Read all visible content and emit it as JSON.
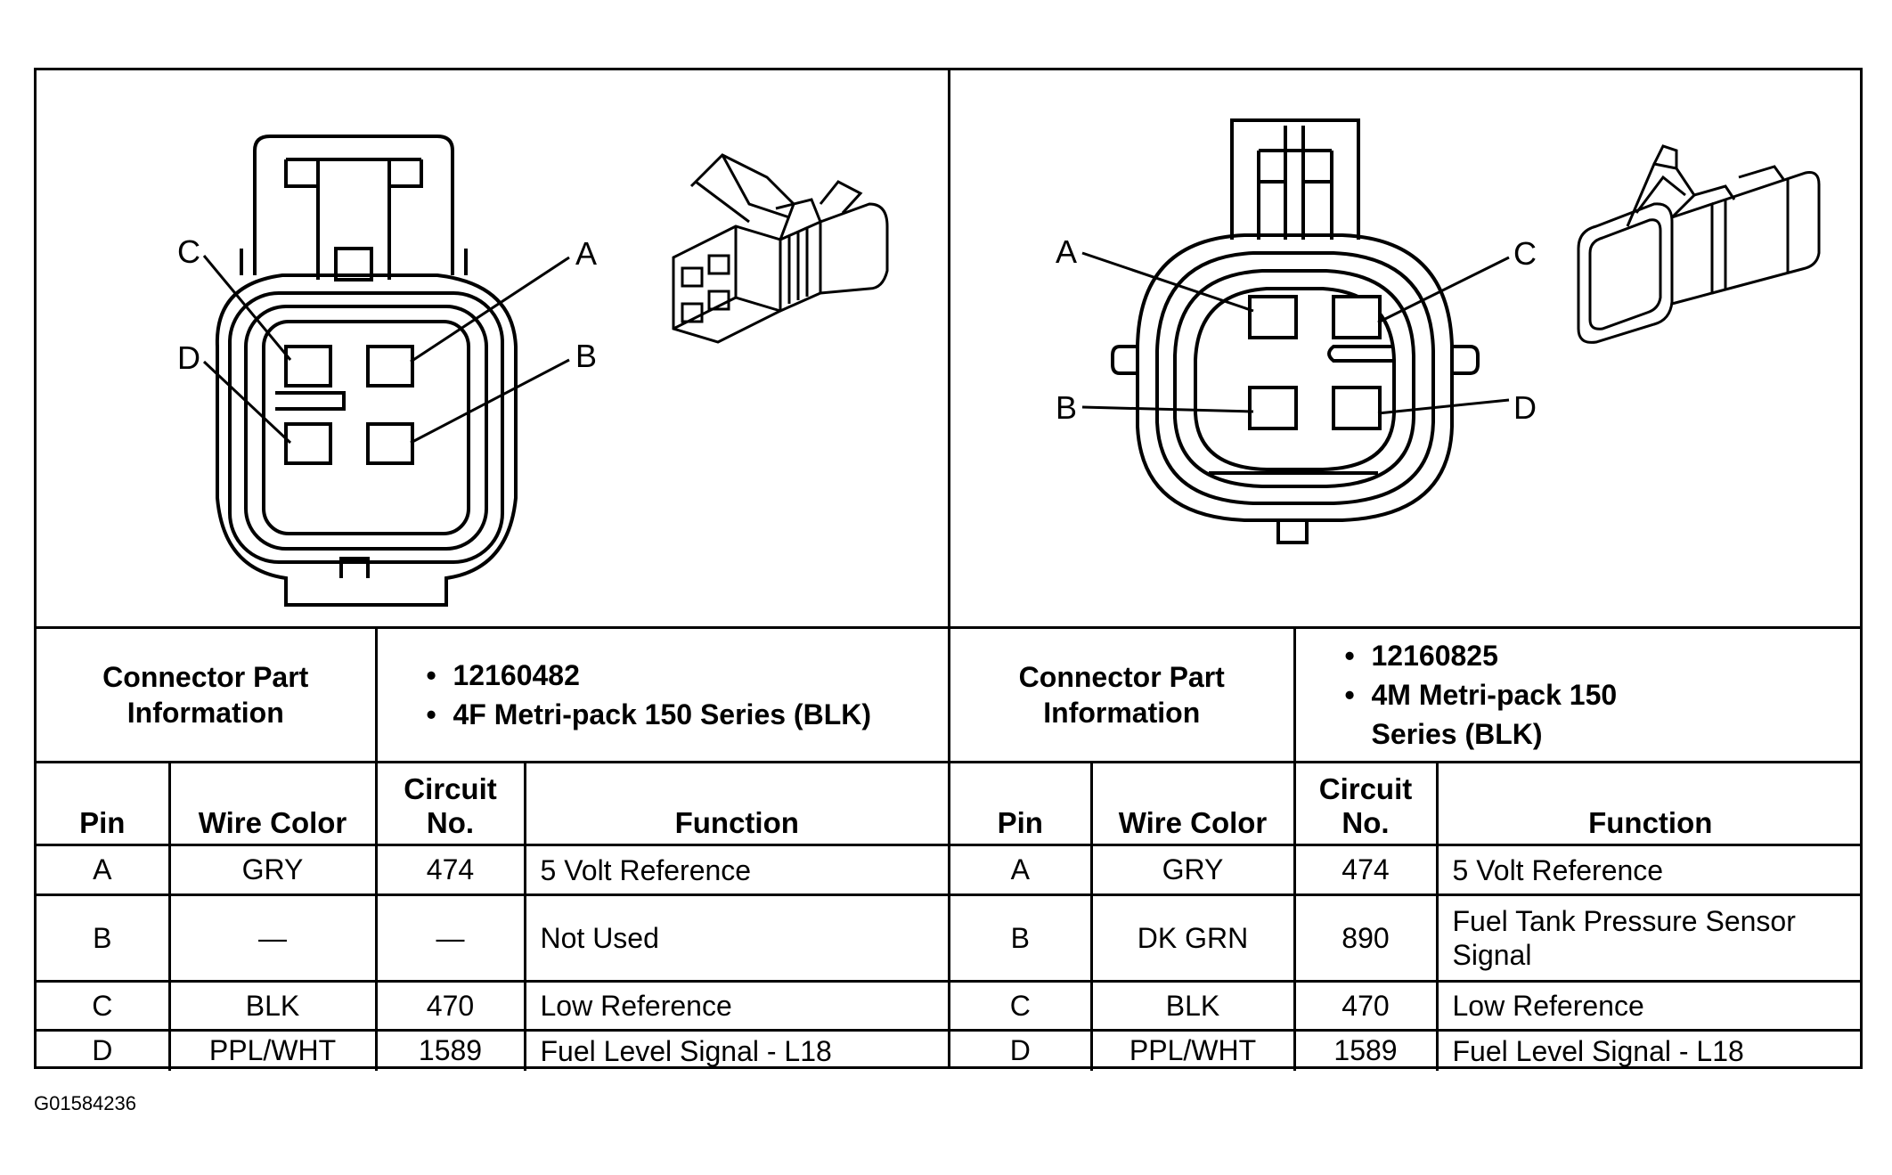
{
  "figure_code": "G01584236",
  "connectors": [
    {
      "pin_labels": {
        "a": "A",
        "b": "B",
        "c": "C",
        "d": "D"
      },
      "info_label": "Connector Part Information",
      "part_info": [
        "12160482",
        "4F Metri-pack 150 Series (BLK)"
      ],
      "columns": {
        "pin": "Pin",
        "wire_color": "Wire Color",
        "circuit_no": "Circuit No.",
        "function": "Function"
      },
      "rows": [
        {
          "pin": "A",
          "wire_color": "GRY",
          "circuit": "474",
          "function": "5 Volt Reference"
        },
        {
          "pin": "B",
          "wire_color": "—",
          "circuit": "—",
          "function": "Not Used"
        },
        {
          "pin": "C",
          "wire_color": "BLK",
          "circuit": "470",
          "function": "Low Reference"
        },
        {
          "pin": "D",
          "wire_color": "PPL/WHT",
          "circuit": "1589",
          "function": "Fuel Level Signal - L18"
        }
      ]
    },
    {
      "pin_labels": {
        "a": "A",
        "b": "B",
        "c": "C",
        "d": "D"
      },
      "info_label": "Connector Part Information",
      "part_info": [
        "12160825",
        "4M Metri-pack 150 Series (BLK)"
      ],
      "columns": {
        "pin": "Pin",
        "wire_color": "Wire Color",
        "circuit_no": "Circuit No.",
        "function": "Function"
      },
      "rows": [
        {
          "pin": "A",
          "wire_color": "GRY",
          "circuit": "474",
          "function": "5 Volt Reference"
        },
        {
          "pin": "B",
          "wire_color": "DK GRN",
          "circuit": "890",
          "function": "Fuel Tank Pressure Sensor Signal"
        },
        {
          "pin": "C",
          "wire_color": "BLK",
          "circuit": "470",
          "function": "Low Reference"
        },
        {
          "pin": "D",
          "wire_color": "PPL/WHT",
          "circuit": "1589",
          "function": "Fuel Level Signal - L18"
        }
      ]
    }
  ]
}
